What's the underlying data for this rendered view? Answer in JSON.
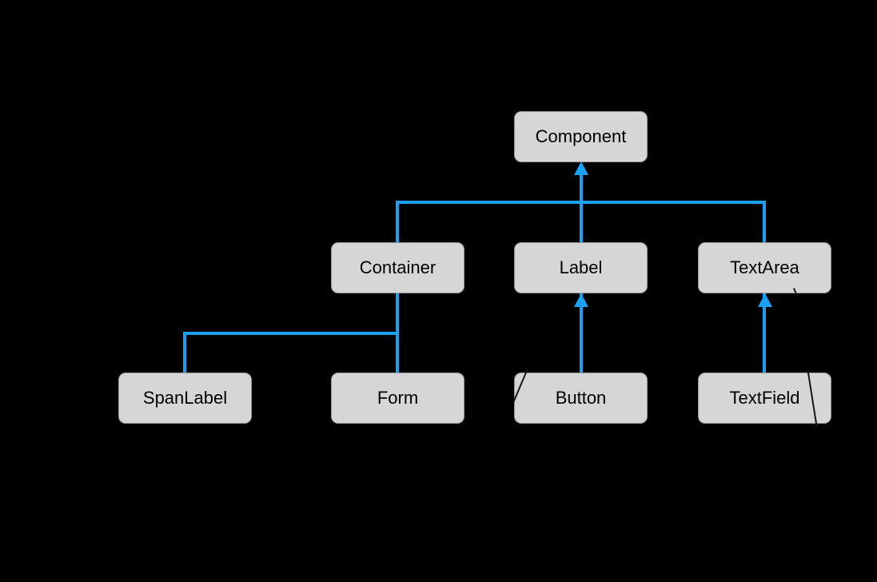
{
  "diagram": {
    "title": "class-inheritance-hierarchy",
    "background_color": "#000000",
    "connector_color": "#1BA1F2",
    "node_fill_color": "#D6D6D6",
    "node_border_color": "#959595",
    "node_text_color": "#000000",
    "nodes": [
      {
        "id": "component",
        "label": "Component"
      },
      {
        "id": "container",
        "label": "Container"
      },
      {
        "id": "label",
        "label": "Label"
      },
      {
        "id": "textarea",
        "label": "TextArea"
      },
      {
        "id": "spanlabel",
        "label": "SpanLabel"
      },
      {
        "id": "form",
        "label": "Form"
      },
      {
        "id": "button",
        "label": "Button"
      },
      {
        "id": "textfield",
        "label": "TextField"
      }
    ],
    "edges": [
      {
        "from": "Container",
        "to": "Component",
        "arrowhead": true
      },
      {
        "from": "Label",
        "to": "Component",
        "arrowhead": true
      },
      {
        "from": "TextArea",
        "to": "Component",
        "arrowhead": true
      },
      {
        "from": "SpanLabel",
        "to": "Container",
        "arrowhead": false
      },
      {
        "from": "Form",
        "to": "Container",
        "arrowhead": false
      },
      {
        "from": "Button",
        "to": "Label",
        "arrowhead": true
      },
      {
        "from": "TextField",
        "to": "TextArea",
        "arrowhead": true
      }
    ]
  }
}
